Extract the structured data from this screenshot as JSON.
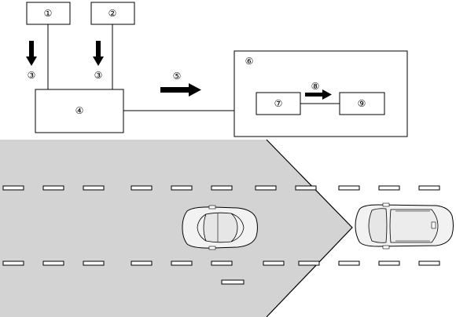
{
  "labels": {
    "box1": "①",
    "box2": "②",
    "arrow_label_1": "③",
    "arrow_label_2": "③",
    "box4": "④",
    "arrow5": "⑤",
    "box6": "⑥",
    "box7": "⑦",
    "arrow8": "⑧",
    "box9": "⑨"
  },
  "colors": {
    "road": "#d3d3d3",
    "line": "#000000",
    "lane_marking": "#ffffff",
    "car_body": "#f2f2f2"
  }
}
